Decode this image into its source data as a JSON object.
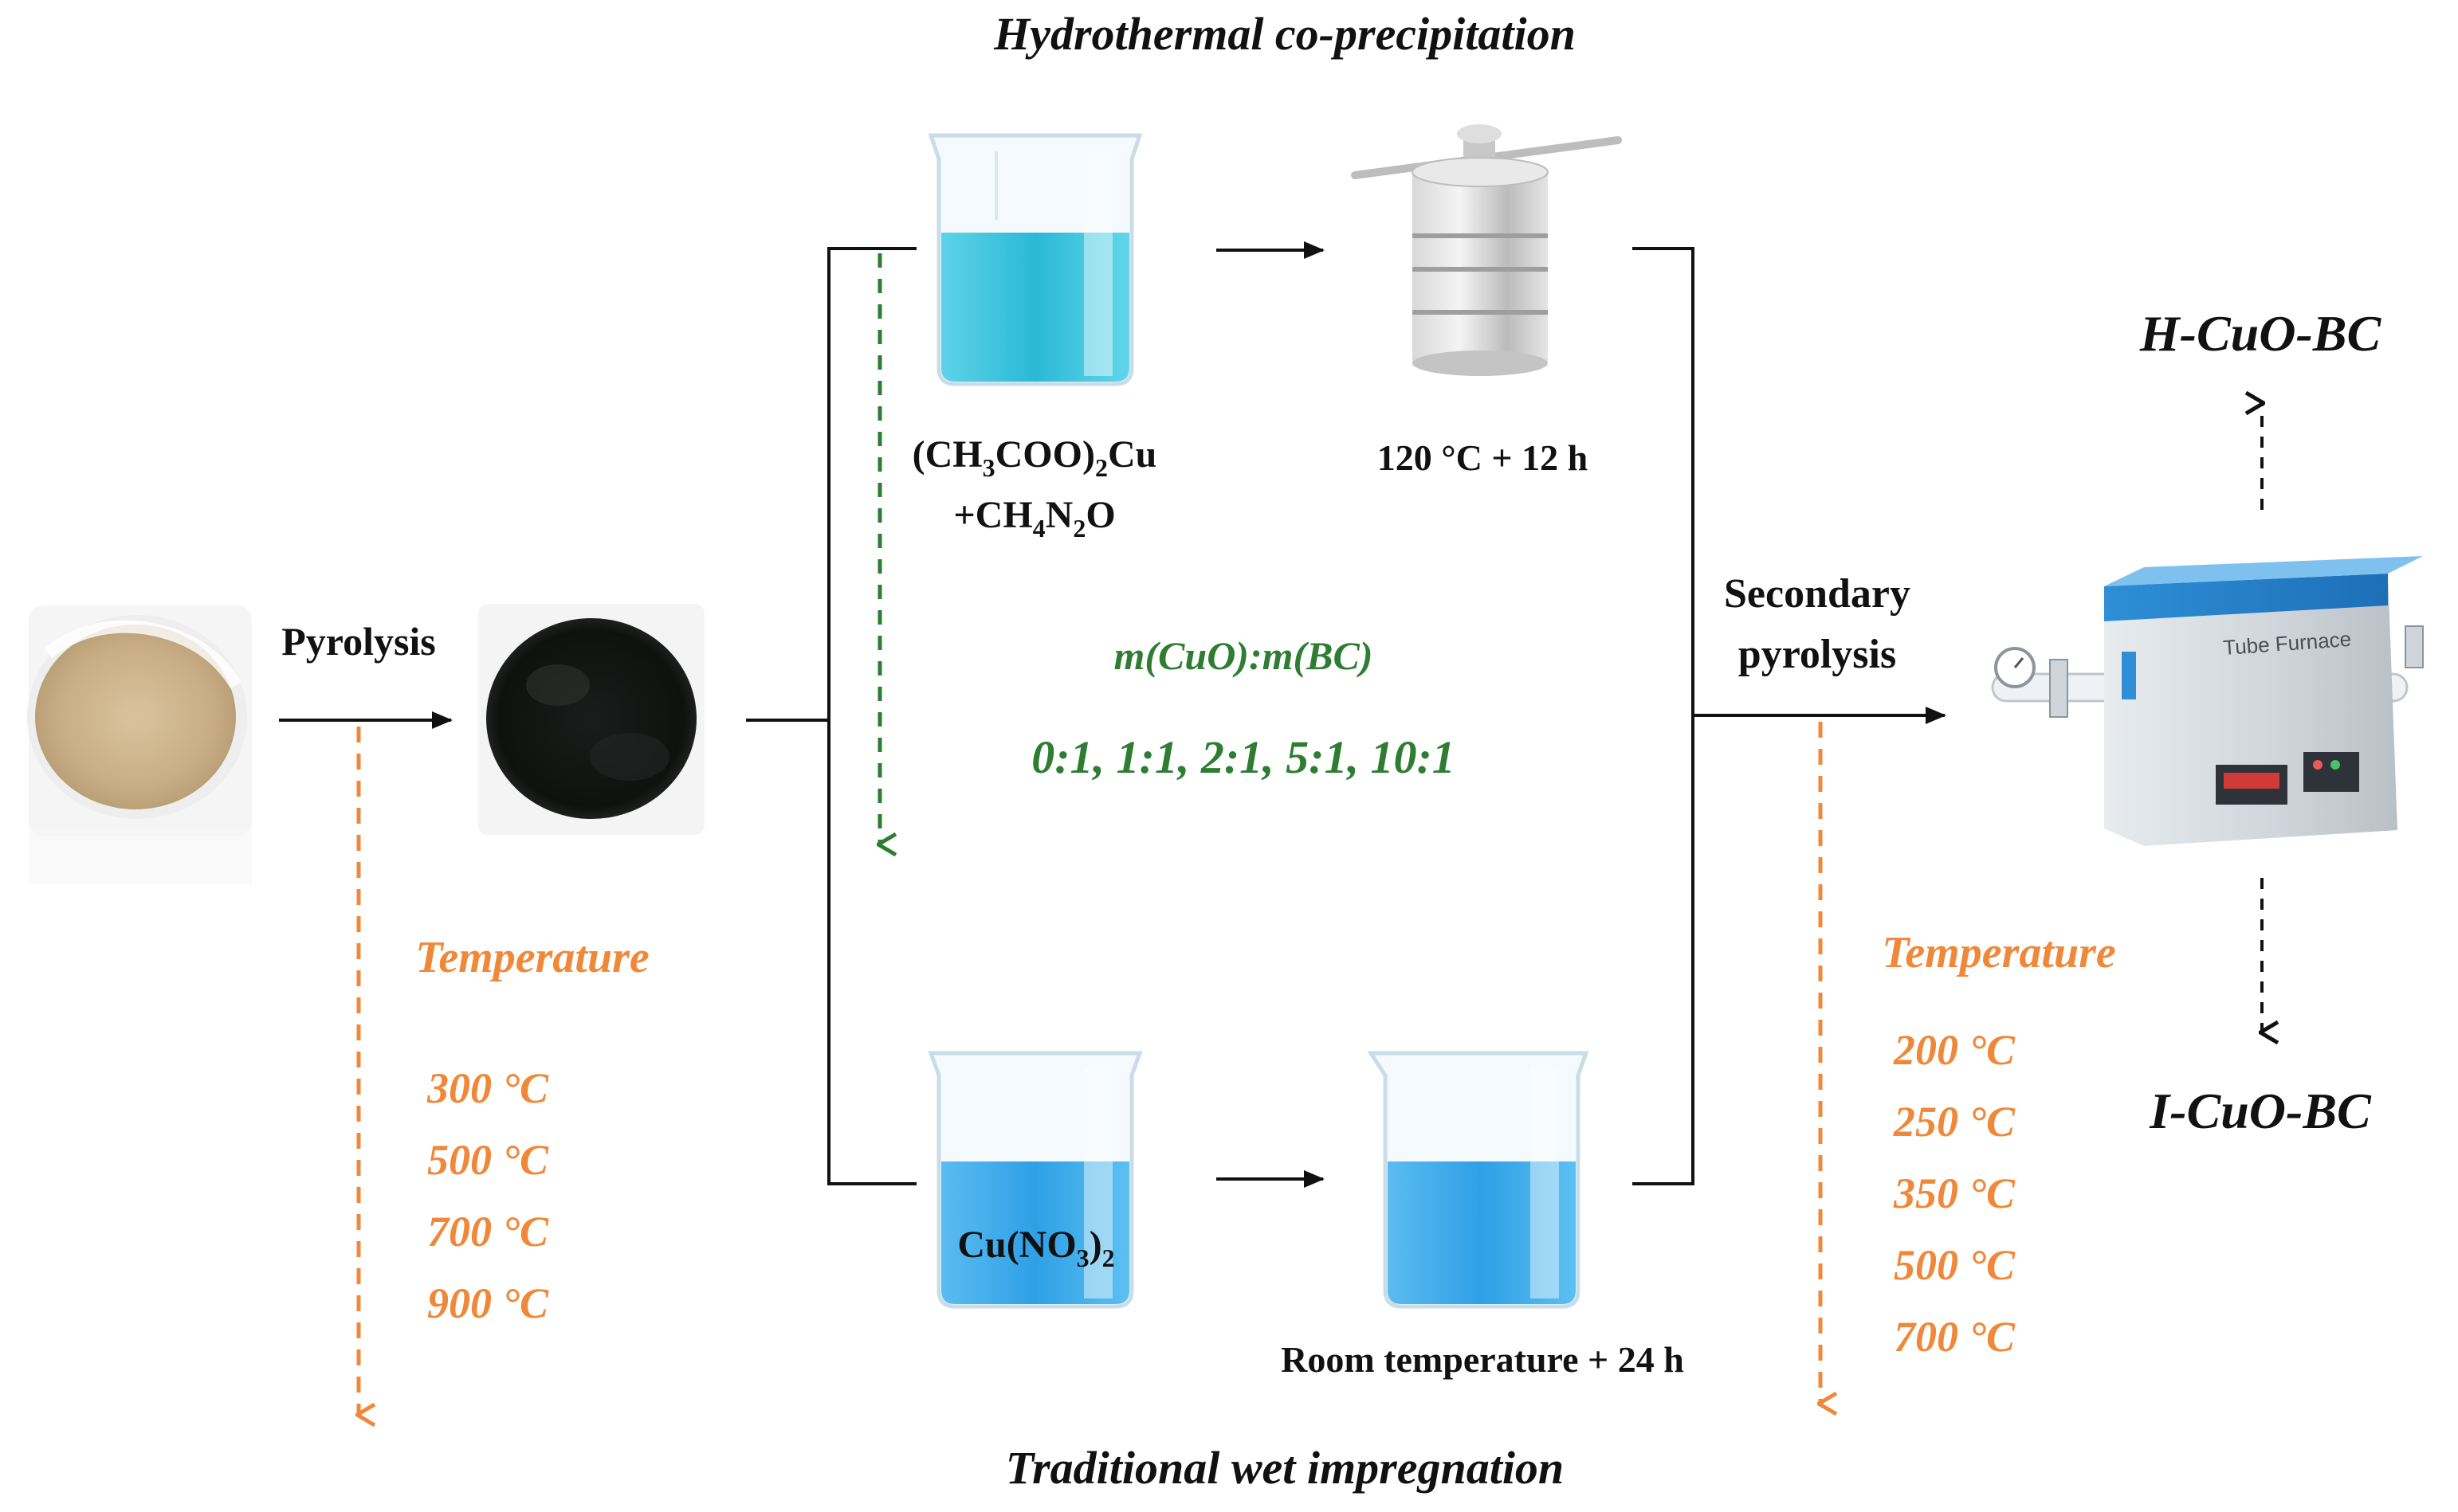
{
  "titles": {
    "top": "Hydrothermal co-precipitation",
    "bottom": "Traditional wet impregnation"
  },
  "pyrolysis": {
    "label": "Pyrolysis"
  },
  "pyrolysis_temperature": {
    "heading": "Temperature",
    "values": [
      "300 °C",
      "500 °C",
      "700 °C",
      "900 °C"
    ]
  },
  "hydrothermal": {
    "reagent_line1_parts": [
      "(CH",
      "3",
      "COO)",
      "2",
      "Cu"
    ],
    "reagent_line2_parts": [
      "+CH",
      "4",
      "N",
      "2",
      "O"
    ],
    "condition": "120 °C + 12 h"
  },
  "ratio": {
    "heading": "m(CuO):m(BC)",
    "values": "0:1, 1:1, 2:1, 5:1, 10:1"
  },
  "impregnation": {
    "reagent_parts": [
      "Cu(NO",
      "3",
      ")",
      "2"
    ],
    "condition": "Room temperature + 24 h"
  },
  "secondary": {
    "label_line1": "Secondary",
    "label_line2": "pyrolysis"
  },
  "secondary_temperature": {
    "heading": "Temperature",
    "values": [
      "200 °C",
      "250 °C",
      "350 °C",
      "500 °C",
      "700 °C"
    ]
  },
  "furnace": {
    "label": "Tube Furnace"
  },
  "products": {
    "top": "H-CuO-BC",
    "bottom": "I-CuO-BC"
  },
  "colors": {
    "orange": "#f0883a",
    "green": "#2e7d32",
    "water_top": "#3cc3dc",
    "water_bottom": "#33a8ea",
    "black": "#111111"
  }
}
